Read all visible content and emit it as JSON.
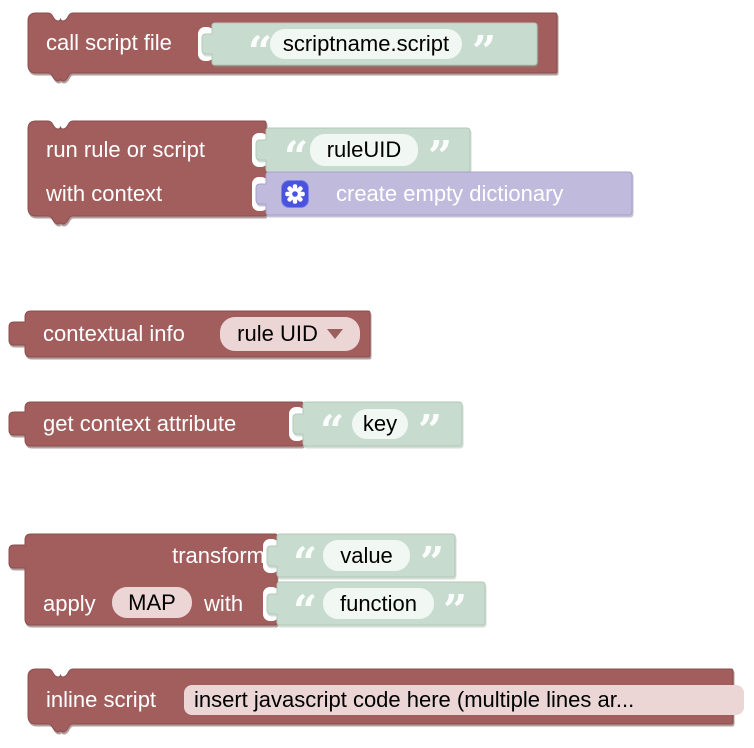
{
  "colors": {
    "maroon": "#a25d5d",
    "maroon_border": "#8c4f4f",
    "sage": "#c8dbcf",
    "sage_border": "#b3c9ba",
    "sage_field": "#f1f7f3",
    "lavender": "#c0badc",
    "lavender_border": "#aaa2cb",
    "gear_bg": "#4a53de",
    "pink_field": "#ebd5d5",
    "socket": "#ffffff",
    "label_text": "#ffffff",
    "field_text": "#000000",
    "quote": "rgba(255,255,255,0.93)",
    "arrow": "#9a6060"
  },
  "punctuation": {
    "open_quote": "“",
    "close_quote": "”"
  },
  "icons": {
    "mutator": "gear-icon",
    "dropdown": "chevron-down-icon"
  },
  "blocks": {
    "call_script_file": {
      "label": "call script file",
      "script_name": "scriptname.script"
    },
    "run_rule_or_script": {
      "label": "run rule or script",
      "context_label": "with context",
      "rule_uid": "ruleUID",
      "dictionary_label": "create empty dictionary"
    },
    "contextual_info": {
      "label": "contextual info",
      "selected_option": "rule UID"
    },
    "get_context_attribute": {
      "label": "get context attribute",
      "key": "key"
    },
    "transform": {
      "label": "transform",
      "apply_label": "apply",
      "transformation_type": "MAP",
      "with_label": "with",
      "value": "value",
      "function": "function"
    },
    "inline_script": {
      "label": "inline script",
      "code": "insert javascript code here (multiple lines ar..."
    }
  }
}
